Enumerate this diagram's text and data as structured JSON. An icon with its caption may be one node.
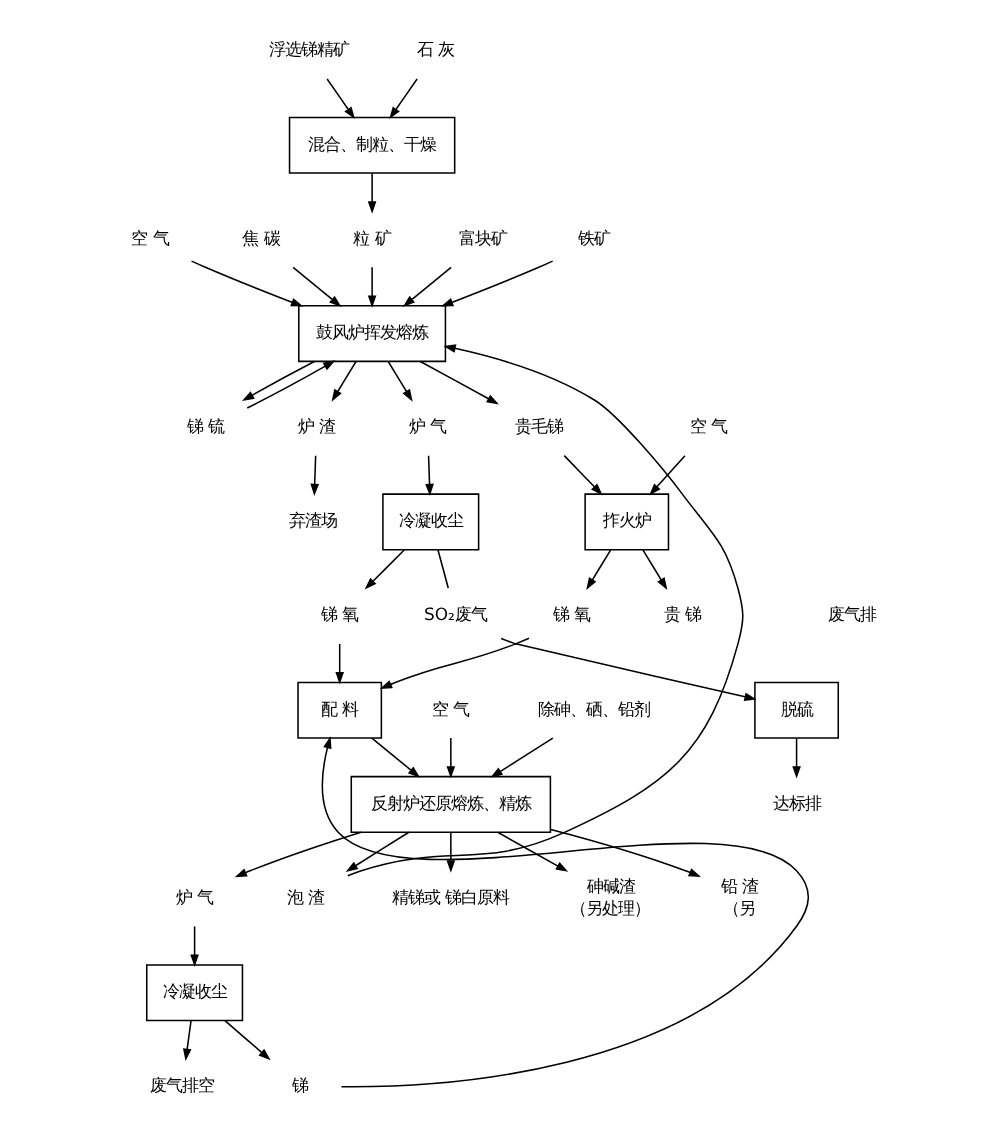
{
  "diagram": {
    "nodes": [
      {
        "text": [
          "浮选锑精矿"
        ]
      },
      {
        "text": [
          "石 灰"
        ]
      },
      {
        "text": [
          "混合、制粒、干燥"
        ]
      },
      {
        "text": [
          "空 气"
        ]
      },
      {
        "text": [
          "焦 碳"
        ]
      },
      {
        "text": [
          "粒 矿"
        ]
      },
      {
        "text": [
          "富块矿"
        ]
      },
      {
        "text": [
          "铁矿"
        ]
      },
      {
        "text": [
          "鼓风炉挥发熔炼"
        ]
      },
      {
        "text": [
          "锑 锍"
        ]
      },
      {
        "text": [
          "炉 渣"
        ]
      },
      {
        "text": [
          "炉 气"
        ]
      },
      {
        "text": [
          "贵毛锑"
        ]
      },
      {
        "text": [
          "弃渣场"
        ]
      },
      {
        "text": [
          "冷凝收尘"
        ]
      },
      {
        "text": [
          "锑 氧"
        ]
      },
      {
        "text": [
          "SO₂废气"
        ]
      },
      {
        "text": [
          "空 气"
        ]
      },
      {
        "text": [
          "拃火炉"
        ]
      },
      {
        "text": [
          "锑 氧"
        ]
      },
      {
        "text": [
          "贵 锑"
        ]
      },
      {
        "text": [
          "废气排"
        ]
      },
      {
        "text": [
          "配 料"
        ]
      },
      {
        "text": [
          "空 气"
        ]
      },
      {
        "text": [
          "除砷、硒、铅剂"
        ]
      },
      {
        "text": [
          "反射炉还原熔炼、精炼"
        ]
      },
      {
        "text": [
          "炉 气"
        ]
      },
      {
        "text": [
          "泡 渣"
        ]
      },
      {
        "text": [
          "精锑或 锑白原料"
        ]
      },
      {
        "text": [
          "砷碱渣"
        ],
        "beside": [
          "（另处理）"
        ]
      },
      {
        "text": [
          "铅 渣"
        ],
        "beside": [
          "（另"
        ]
      },
      {
        "text": [
          "冷凝收尘"
        ]
      },
      {
        "text": [
          "废气排空"
        ]
      },
      {
        "text": [
          "锑"
        ]
      },
      {
        "text": [
          "脱硫"
        ]
      },
      {
        "text": [
          "达标排"
        ]
      }
    ],
    "edges": [
      {
        "from": 0,
        "to": 2,
        "arrow": "to"
      },
      {
        "from": 1,
        "to": 2,
        "arrow": "to"
      },
      {
        "from": 2,
        "to": 5,
        "arrow": "to"
      },
      {
        "from": 3,
        "to": 8,
        "arrow": "to"
      },
      {
        "from": 4,
        "to": 8,
        "arrow": "to"
      },
      {
        "from": 5,
        "to": 8,
        "arrow": "to"
      },
      {
        "from": 6,
        "to": 8,
        "arrow": "to"
      },
      {
        "from": 7,
        "to": 8,
        "arrow": "to"
      },
      {
        "from": 8,
        "to": 9,
        "arrow": "to"
      },
      {
        "from": 8,
        "to": 10,
        "arrow": "to"
      },
      {
        "from": 8,
        "to": 11,
        "arrow": "to"
      },
      {
        "from": 8,
        "to": 12,
        "arrow": "to"
      },
      {
        "from": 9,
        "to": 8,
        "arrow": "to"
      },
      {
        "from": 10,
        "to": 13,
        "arrow": "to"
      },
      {
        "from": 11,
        "to": 14,
        "arrow": "to"
      },
      {
        "from": 14,
        "to": 15,
        "arrow": "to"
      },
      {
        "from": 14,
        "to": 16,
        "arrow": "none"
      },
      {
        "from": 12,
        "to": 18,
        "arrow": "to"
      },
      {
        "from": 17,
        "to": 18,
        "arrow": "to"
      },
      {
        "from": 18,
        "to": 19,
        "arrow": "to"
      },
      {
        "from": 18,
        "to": 20,
        "arrow": "to"
      },
      {
        "from": 19,
        "to": 22,
        "arrow": "to"
      },
      {
        "from": 16,
        "to": 34,
        "arrow": "to"
      },
      {
        "from": 34,
        "to": 35,
        "arrow": "to"
      },
      {
        "from": 15,
        "to": 22,
        "arrow": "to"
      },
      {
        "from": 33,
        "to": 22,
        "arrow": "to"
      },
      {
        "from": 22,
        "to": 25,
        "arrow": "to"
      },
      {
        "from": 23,
        "to": 25,
        "arrow": "to"
      },
      {
        "from": 24,
        "to": 25,
        "arrow": "to"
      },
      {
        "from": 25,
        "to": 26,
        "arrow": "to"
      },
      {
        "from": 26,
        "to": 31,
        "arrow": "to"
      },
      {
        "from": 25,
        "to": 27,
        "arrow": "to"
      },
      {
        "from": 25,
        "to": 28,
        "arrow": "to"
      },
      {
        "from": 25,
        "to": 29,
        "arrow": "to"
      },
      {
        "from": 25,
        "to": 30,
        "arrow": "to"
      },
      {
        "from": 27,
        "to": 8,
        "arrow": "to"
      },
      {
        "from": 31,
        "to": 32,
        "arrow": "to"
      },
      {
        "from": 31,
        "to": 33,
        "arrow": "to"
      }
    ]
  }
}
